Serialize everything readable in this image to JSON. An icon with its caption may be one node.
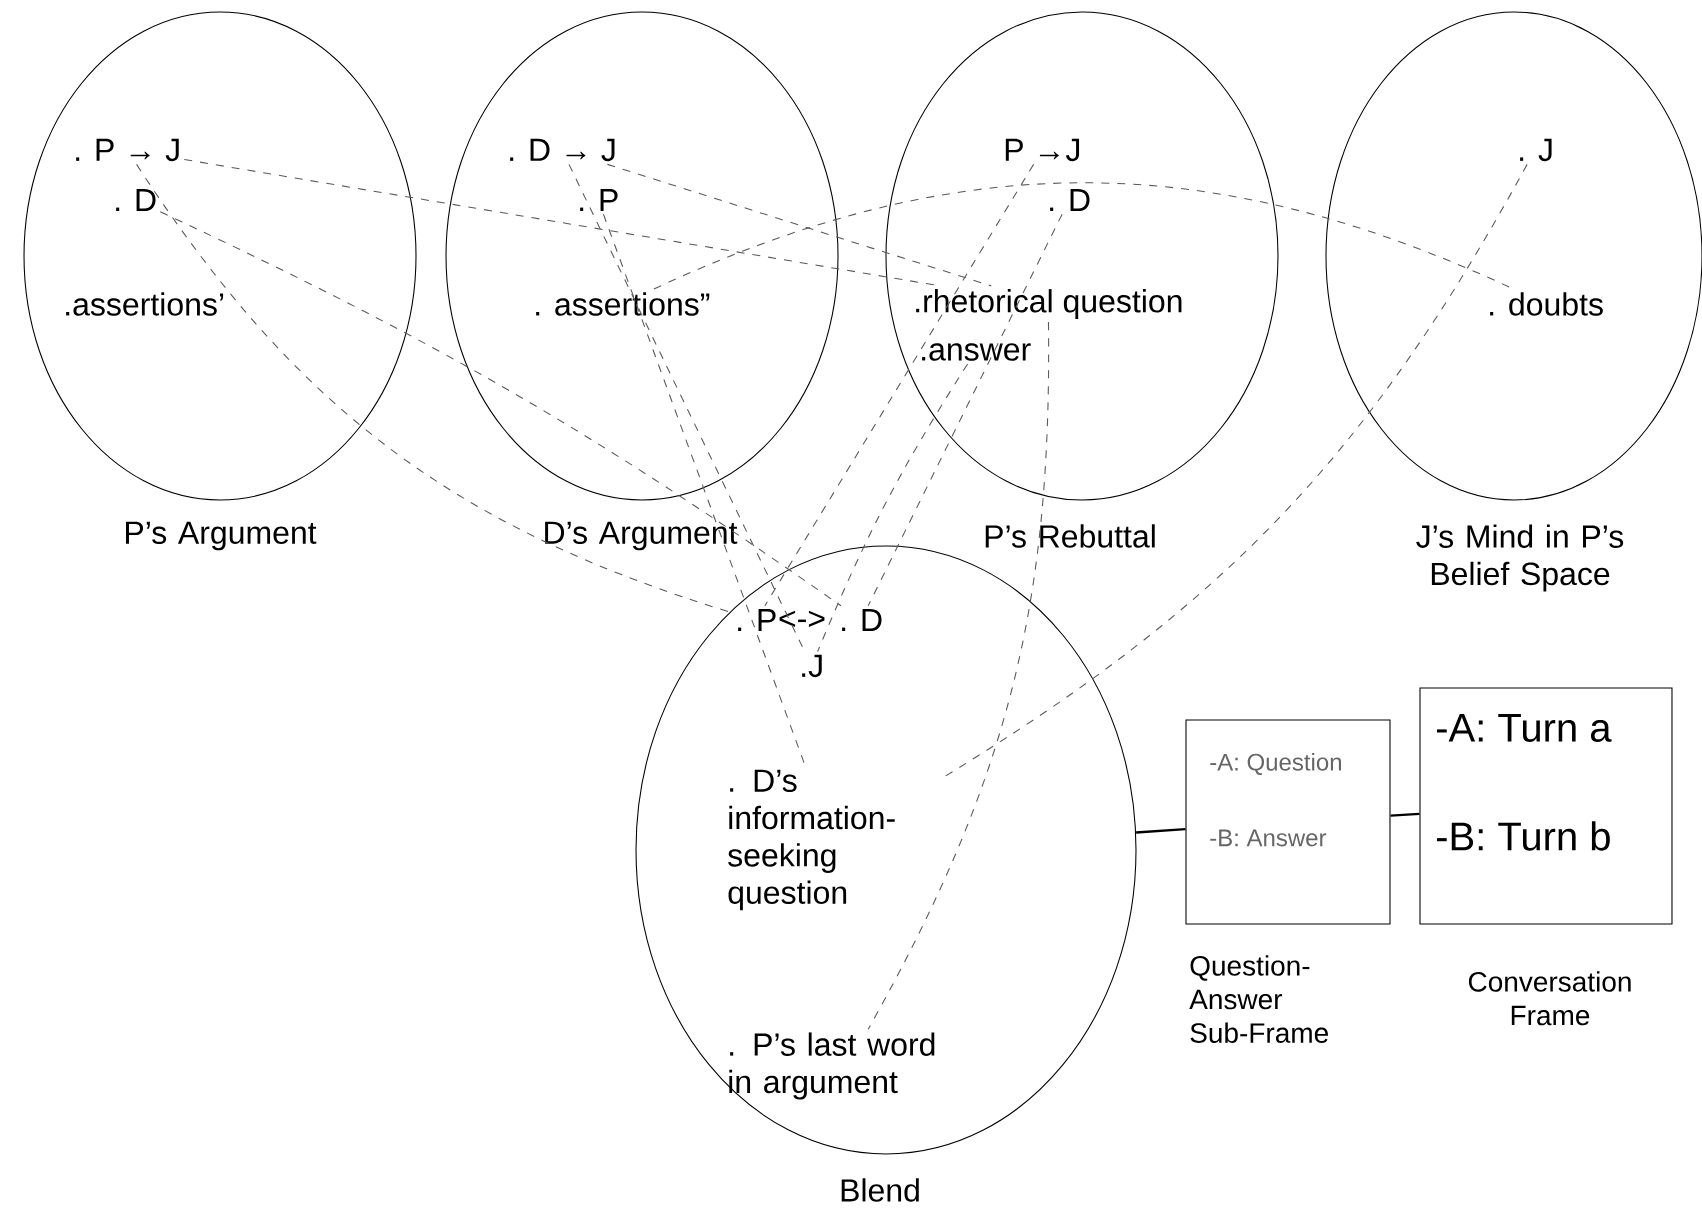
{
  "diagram": {
    "nodes": [
      {
        "text": [
          "P’s Argument"
        ]
      },
      {
        "text": [
          ". P → J"
        ],
        "in": 0
      },
      {
        "text": [
          ". D"
        ],
        "in": 0
      },
      {
        "text": [
          ".assertions’"
        ],
        "in": 0
      },
      {
        "text": [
          "D’s Argument"
        ]
      },
      {
        "text": [
          ". D → J"
        ],
        "in": 4
      },
      {
        "text": [
          ". P"
        ],
        "in": 4
      },
      {
        "text": [
          ". assertions”"
        ],
        "in": 4
      },
      {
        "text": [
          "P’s Rebuttal"
        ]
      },
      {
        "text": [
          "P →J"
        ],
        "in": 8
      },
      {
        "text": [
          ". D"
        ],
        "in": 8
      },
      {
        "text": [
          ".rhetorical question"
        ],
        "in": 8
      },
      {
        "text": [
          ".answer"
        ],
        "in": 8
      },
      {
        "text": [
          "J’s Mind in P’s Belief Space"
        ]
      },
      {
        "text": [
          ". J"
        ],
        "in": 13
      },
      {
        "text": [
          ". doubts"
        ],
        "in": 13
      },
      {
        "text": [
          "Blend"
        ]
      },
      {
        "text": [
          ". P"
        ],
        "in": 16
      },
      {
        "text": [
          ". D"
        ],
        "in": 16
      },
      {
        "text": [
          ".J"
        ],
        "in": 16
      },
      {
        "text": [
          ". D’s information-seeking question"
        ],
        "in": 16
      },
      {
        "text": [
          ". P’s last word in argument"
        ],
        "in": 16
      },
      {
        "text": [
          "-A: Question",
          "-B: Answer",
          "Question-Answer Sub-Frame"
        ]
      },
      {
        "text": [
          "-A: Turn a",
          "-B: Turn b",
          "Conversation Frame"
        ]
      }
    ],
    "edges": [
      {
        "from": 1,
        "to": 17,
        "arrow": "none",
        "style": "dashed"
      },
      {
        "from": 2,
        "to": 18,
        "arrow": "none",
        "style": "dashed"
      },
      {
        "from": 1,
        "to": 11,
        "arrow": "none",
        "style": "dashed"
      },
      {
        "from": 5,
        "to": 11,
        "arrow": "none",
        "style": "dashed"
      },
      {
        "from": 5,
        "to": 19,
        "arrow": "none",
        "style": "dashed"
      },
      {
        "from": 6,
        "to": 20,
        "arrow": "none",
        "style": "dashed"
      },
      {
        "from": 7,
        "to": 15,
        "arrow": "none",
        "style": "dashed"
      },
      {
        "from": 9,
        "to": 17,
        "arrow": "none",
        "style": "dashed"
      },
      {
        "from": 10,
        "to": 18,
        "arrow": "none",
        "style": "dashed"
      },
      {
        "from": 12,
        "to": 19,
        "arrow": "none",
        "style": "dashed"
      },
      {
        "from": 11,
        "to": 21,
        "arrow": "none",
        "style": "dashed"
      },
      {
        "from": 14,
        "to": 20,
        "arrow": "none",
        "style": "dashed"
      },
      {
        "from": 16,
        "to": 22,
        "arrow": "none"
      },
      {
        "from": 22,
        "to": 23,
        "arrow": "none"
      }
    ],
    "labels": [
      "<->"
    ]
  }
}
